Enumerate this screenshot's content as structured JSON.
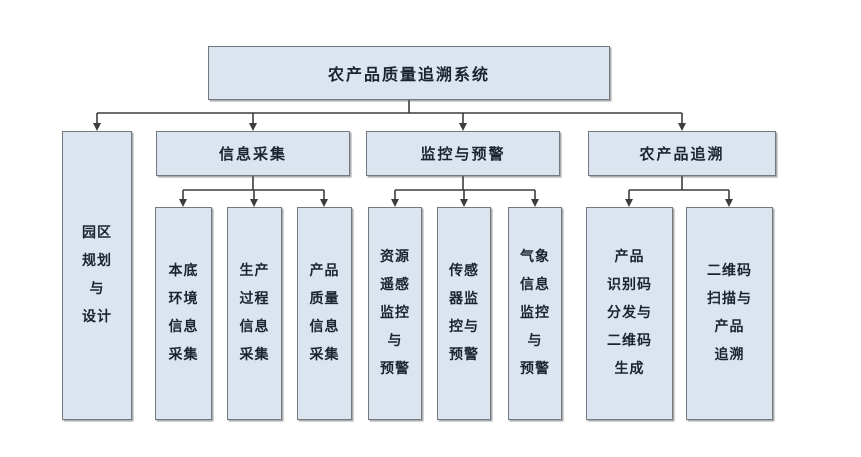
{
  "diagram": {
    "root": {
      "label": "农产品质量追溯系统"
    },
    "branches": [
      {
        "label": "园区\n规划\n与\n设计",
        "children": []
      },
      {
        "label": "信息采集",
        "children": [
          "本底\n环境\n信息\n采集",
          "生产\n过程\n信息\n采集",
          "产品\n质量\n信息\n采集"
        ]
      },
      {
        "label": "监控与预警",
        "children": [
          "资源\n遥感\n监控\n与\n预警",
          "传感\n器监\n控与\n预警",
          "气象\n信息\n监控\n与\n预警"
        ]
      },
      {
        "label": "农产品追溯",
        "children": [
          "产品\n识别码\n分发与\n二维码\n生成",
          "二维码\n扫描与\n产品\n追溯"
        ]
      }
    ]
  },
  "colors": {
    "box_fill": "#dbe5f0",
    "box_border": "#75797e",
    "connector": "#3d3d3d",
    "text": "#1b2330",
    "background": "#ffffff"
  }
}
